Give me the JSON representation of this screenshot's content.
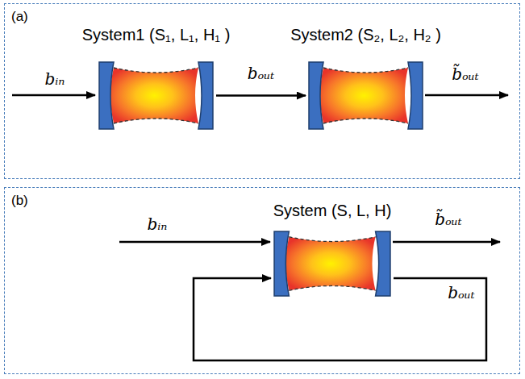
{
  "diagram": {
    "nodes": [
      {
        "text": [
          "(a)"
        ]
      },
      {
        "text": [
          "System1 (S₁, L₁, H₁ )"
        ],
        "in": 0
      },
      {
        "text": [
          "System2 (S₂, L₂, H₂ )"
        ],
        "in": 0
      },
      {
        "text": [
          "(b)"
        ]
      },
      {
        "text": [
          "System (S, L, H)"
        ],
        "in": 3
      }
    ],
    "edges": [
      {
        "from": 1,
        "to": 2,
        "label": "bₒᵤₜ",
        "arrow": "to"
      },
      {
        "from": 4,
        "to": 4,
        "label": "bₒᵤₜ",
        "arrow": "to"
      }
    ],
    "labels": [
      "bᵢₙ",
      "b̃ₒᵤₜ",
      "bᵢₙ",
      "b̃ₒᵤₜ"
    ]
  }
}
